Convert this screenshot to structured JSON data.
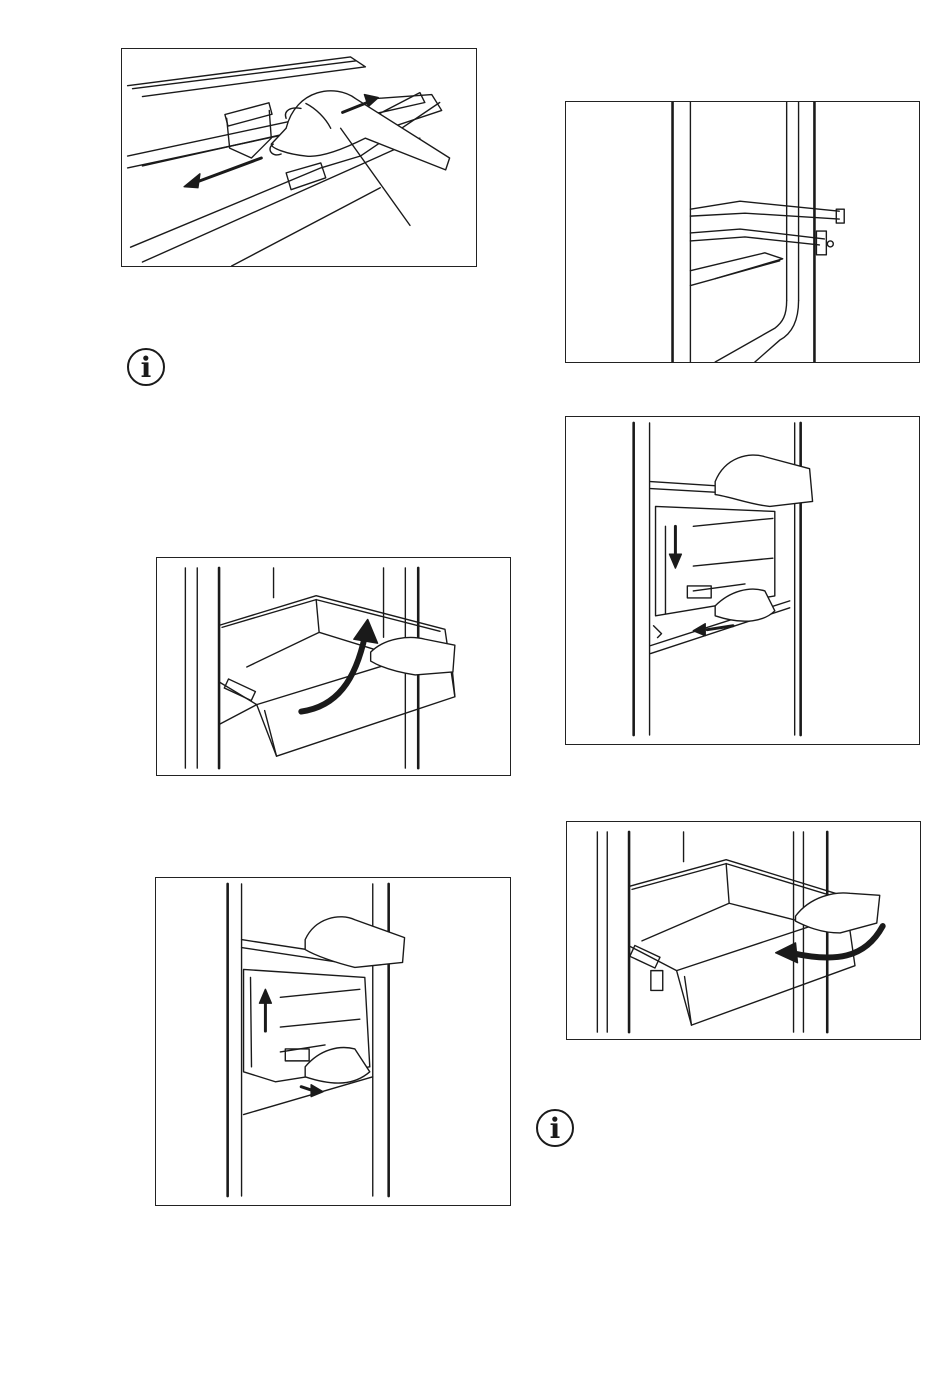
{
  "page": {
    "background": "#ffffff",
    "line_color": "#1a1a1a"
  },
  "figures": [
    {
      "name": "drawer-cover-removal-illustration",
      "content": "hand-pulling-cover-arrows"
    },
    {
      "name": "telescopic-rails-illustration",
      "content": "rails-extended"
    },
    {
      "name": "drawer-tilt-remove-illustration",
      "content": "curved-arrow-up"
    },
    {
      "name": "drawer-lower-rails-illustration",
      "content": "arrow-down-arrow-left"
    },
    {
      "name": "drawer-lift-out-illustration",
      "content": "arrow-up-arrow-right"
    },
    {
      "name": "drawer-insert-illustration",
      "content": "curved-arrow-left"
    }
  ],
  "info_icons": [
    {
      "name": "info-icon",
      "glyph": "i"
    },
    {
      "name": "info-icon",
      "glyph": "i"
    }
  ]
}
